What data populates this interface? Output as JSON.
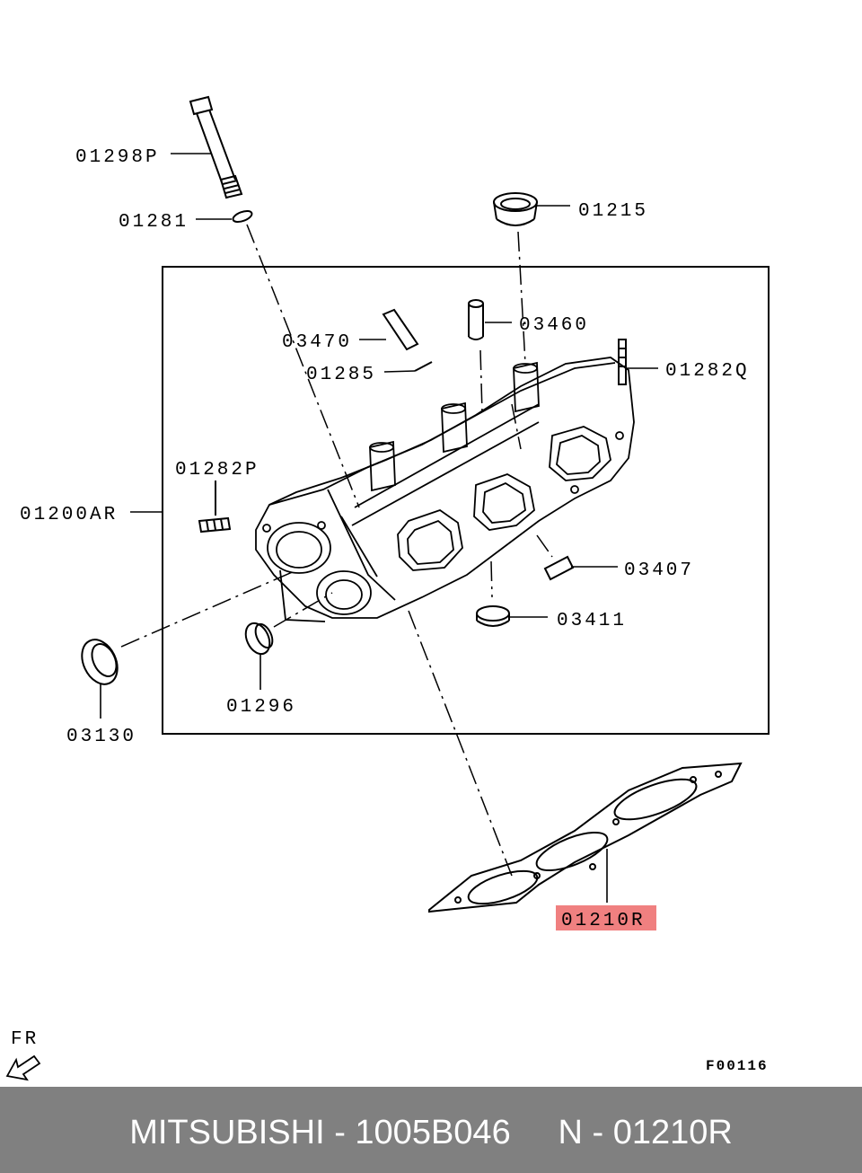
{
  "labels": {
    "p01298P": "01298P",
    "p01281": "01281",
    "p01215": "01215",
    "p03460": "03460",
    "p03470": "03470",
    "p01285": "01285",
    "p01282Q": "01282Q",
    "p01282P": "01282P",
    "p01200AR": "01200AR",
    "p03407": "03407",
    "p03411": "03411",
    "p01296": "01296",
    "p03130": "03130",
    "p01210R": "01210R"
  },
  "highlight_color": "#f08080",
  "fr_label": "FR",
  "figure_code": "F00116",
  "footer": {
    "text": "MITSUBISHI - 1005B046     N - 01210R",
    "background": "#808080"
  }
}
